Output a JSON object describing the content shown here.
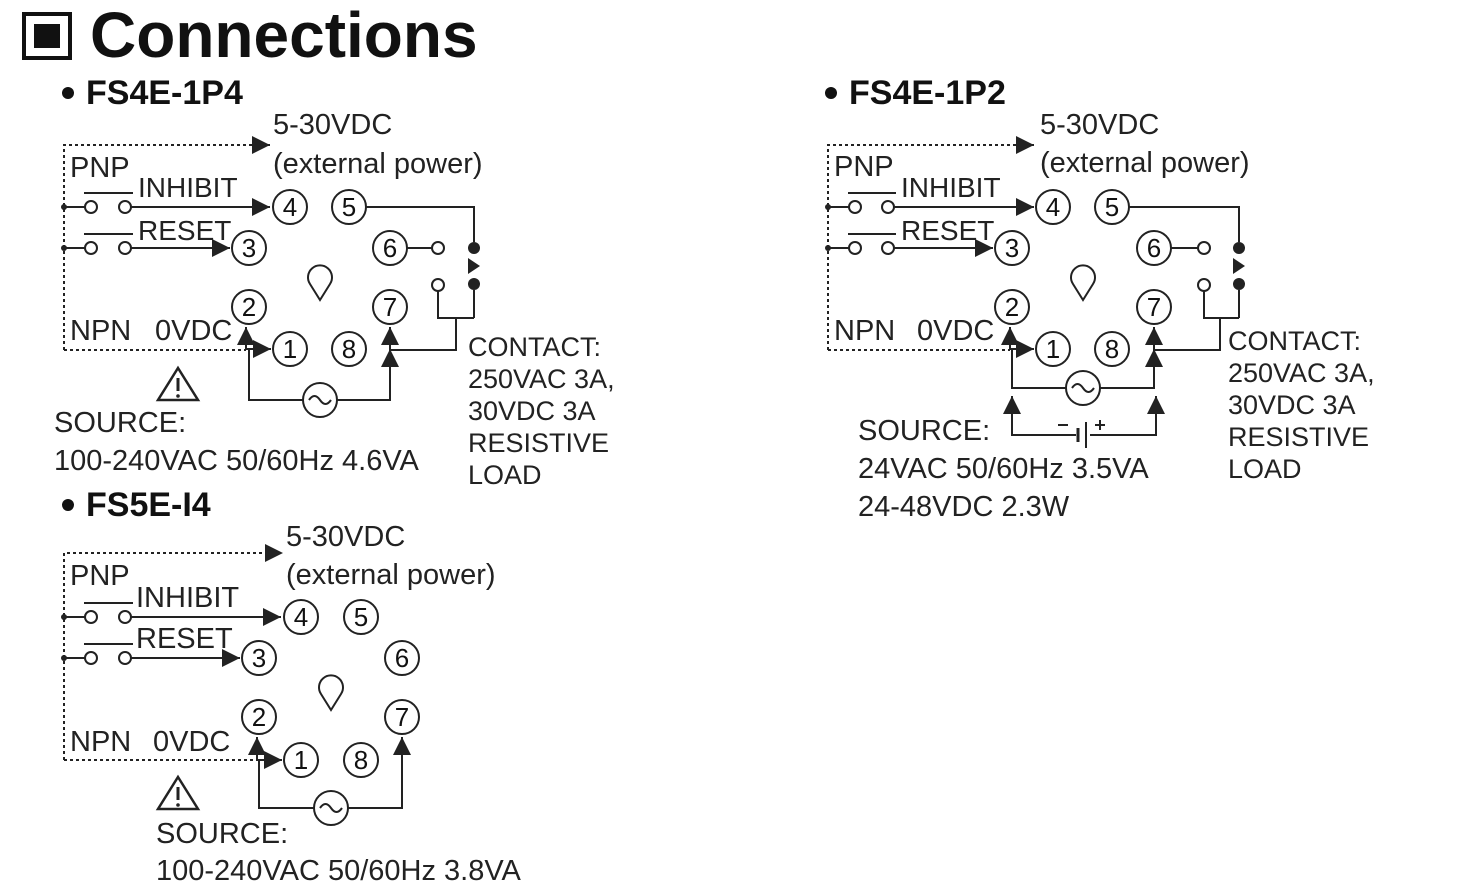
{
  "header": {
    "title": "Connections"
  },
  "common": {
    "supply": "5-30VDC",
    "supply_note": "(external power)",
    "pnp": "PNP",
    "npn": "NPN",
    "zero_vdc": "0VDC",
    "inhibit": "INHIBIT",
    "reset": "RESET",
    "source_label": "SOURCE:",
    "pins": [
      "1",
      "2",
      "3",
      "4",
      "5",
      "6",
      "7",
      "8"
    ]
  },
  "fs4e_1p4": {
    "model": "FS4E-1P4",
    "source_value": "100-240VAC 50/60Hz 4.6VA",
    "contact": [
      "CONTACT:",
      "250VAC 3A,",
      "30VDC 3A",
      "RESISTIVE",
      "LOAD"
    ]
  },
  "fs4e_1p2": {
    "model": "FS4E-1P2",
    "source_values": [
      "24VAC 50/60Hz 3.5VA",
      "24-48VDC 2.3W"
    ],
    "contact": [
      "CONTACT:",
      "250VAC 3A,",
      "30VDC 3A",
      "RESISTIVE",
      "LOAD"
    ]
  },
  "fs5e_i4": {
    "model": "FS5E-I4",
    "source_value": "100-240VAC 50/60Hz 3.8VA"
  },
  "icons": [
    "checkbox-square-icon",
    "bullet-icon",
    "warning-triangle-icon",
    "ac-source-icon",
    "dc-source-icon",
    "relay-contact-icon"
  ]
}
